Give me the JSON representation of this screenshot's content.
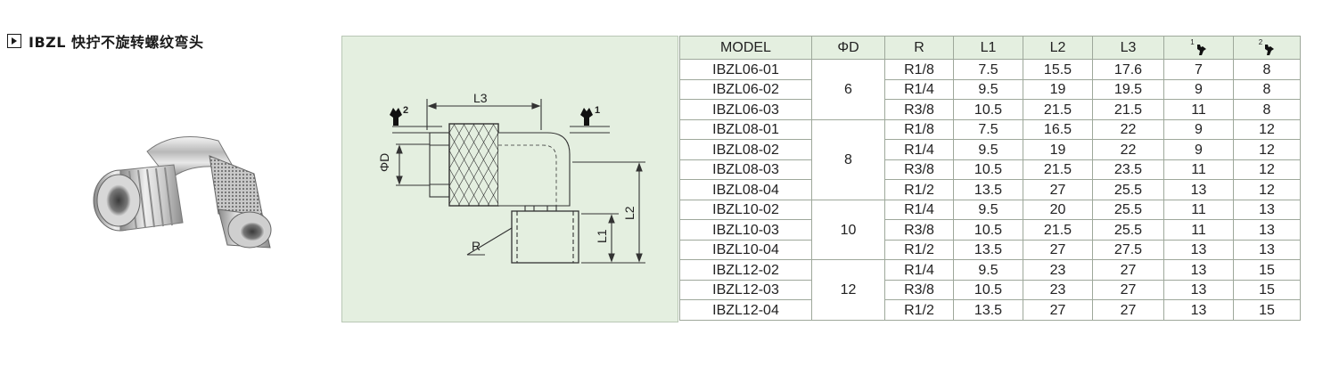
{
  "header": {
    "title": "IBZL 快拧不旋转螺纹弯头"
  },
  "drawing": {
    "labels": {
      "l3": "L3",
      "l2": "L2",
      "l1": "L1",
      "phid": "ΦD",
      "r": "R",
      "hex1": "1",
      "hex2": "2"
    }
  },
  "table": {
    "headers": {
      "model": "MODEL",
      "phid": "ΦD",
      "r": "R",
      "l1": "L1",
      "l2": "L2",
      "l3": "L3",
      "hex1": "1",
      "hex2": "2"
    },
    "groups": [
      {
        "phid": "6",
        "rows": [
          {
            "model": "IBZL06-01",
            "r": "R1/8",
            "l1": "7.5",
            "l2": "15.5",
            "l3": "17.6",
            "h1": "7",
            "h2": "8"
          },
          {
            "model": "IBZL06-02",
            "r": "R1/4",
            "l1": "9.5",
            "l2": "19",
            "l3": "19.5",
            "h1": "9",
            "h2": "8"
          },
          {
            "model": "IBZL06-03",
            "r": "R3/8",
            "l1": "10.5",
            "l2": "21.5",
            "l3": "21.5",
            "h1": "11",
            "h2": "8"
          }
        ]
      },
      {
        "phid": "8",
        "rows": [
          {
            "model": "IBZL08-01",
            "r": "R1/8",
            "l1": "7.5",
            "l2": "16.5",
            "l3": "22",
            "h1": "9",
            "h2": "12"
          },
          {
            "model": "IBZL08-02",
            "r": "R1/4",
            "l1": "9.5",
            "l2": "19",
            "l3": "22",
            "h1": "9",
            "h2": "12"
          },
          {
            "model": "IBZL08-03",
            "r": "R3/8",
            "l1": "10.5",
            "l2": "21.5",
            "l3": "23.5",
            "h1": "11",
            "h2": "12"
          },
          {
            "model": "IBZL08-04",
            "r": "R1/2",
            "l1": "13.5",
            "l2": "27",
            "l3": "25.5",
            "h1": "13",
            "h2": "12"
          }
        ]
      },
      {
        "phid": "10",
        "rows": [
          {
            "model": "IBZL10-02",
            "r": "R1/4",
            "l1": "9.5",
            "l2": "20",
            "l3": "25.5",
            "h1": "11",
            "h2": "13"
          },
          {
            "model": "IBZL10-03",
            "r": "R3/8",
            "l1": "10.5",
            "l2": "21.5",
            "l3": "25.5",
            "h1": "11",
            "h2": "13"
          },
          {
            "model": "IBZL10-04",
            "r": "R1/2",
            "l1": "13.5",
            "l2": "27",
            "l3": "27.5",
            "h1": "13",
            "h2": "13"
          }
        ]
      },
      {
        "phid": "12",
        "rows": [
          {
            "model": "IBZL12-02",
            "r": "R1/4",
            "l1": "9.5",
            "l2": "23",
            "l3": "27",
            "h1": "13",
            "h2": "15"
          },
          {
            "model": "IBZL12-03",
            "r": "R3/8",
            "l1": "10.5",
            "l2": "23",
            "l3": "27",
            "h1": "13",
            "h2": "15"
          },
          {
            "model": "IBZL12-04",
            "r": "R1/2",
            "l1": "13.5",
            "l2": "27",
            "l3": "27",
            "h1": "13",
            "h2": "15"
          }
        ]
      }
    ]
  },
  "colors": {
    "panel_bg": "#e4efe0",
    "grid": "#9ea89b",
    "text": "#222222"
  },
  "icons": {
    "wrench": "wrench-icon",
    "title": "play-icon"
  }
}
